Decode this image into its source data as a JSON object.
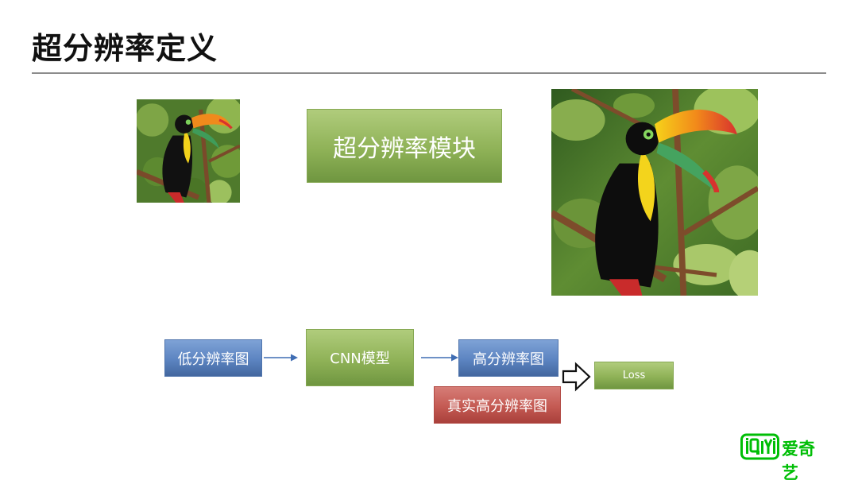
{
  "slide": {
    "title": "超分辨率定义"
  },
  "center_module": {
    "label": "超分辨率模块"
  },
  "flow": {
    "low_res_label": "低分辨率图",
    "cnn_label": "CNN模型",
    "high_res_label": "高分辨率图",
    "true_high_res_label": "真实高分辨率图",
    "loss_label": "Loss"
  },
  "logo": {
    "text": "爱奇艺",
    "mark": "iQIYI",
    "color": "#00be06"
  },
  "colors": {
    "green_box": "#8fb257",
    "blue_box": "#5c84c1",
    "red_box": "#c45a53",
    "arrow_blue": "#3f6db3"
  }
}
